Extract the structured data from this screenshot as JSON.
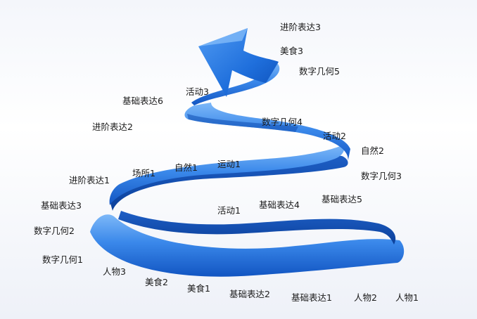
{
  "labels": {
    "l01": "进阶表达3",
    "l02": "美食3",
    "l03": "数字几何5",
    "l04": "活动3",
    "l05": "基础表达6",
    "l06": "进阶表达2",
    "l07": "数字几何4",
    "l08": "活动2",
    "l09": "自然2",
    "l10": "进阶表达1",
    "l11": "场所1",
    "l12": "自然1",
    "l13": "运动1",
    "l14": "数字几何3",
    "l15": "基础表达3",
    "l16": "基础表达5",
    "l17": "活动1",
    "l18": "基础表达4",
    "l19": "数字几何2",
    "l20": "数字几何1",
    "l21": "人物3",
    "l22": "美食2",
    "l23": "美食1",
    "l24": "基础表达2",
    "l25": "基础表达1",
    "l26": "人物2",
    "l27": "人物1"
  },
  "colors": {
    "ribbon_light": "#6fb0f7",
    "ribbon_mid": "#2f7fe6",
    "ribbon_dark": "#0d4fb8",
    "ribbon_back": "#1a5cc4",
    "text": "#1a1a1a"
  }
}
